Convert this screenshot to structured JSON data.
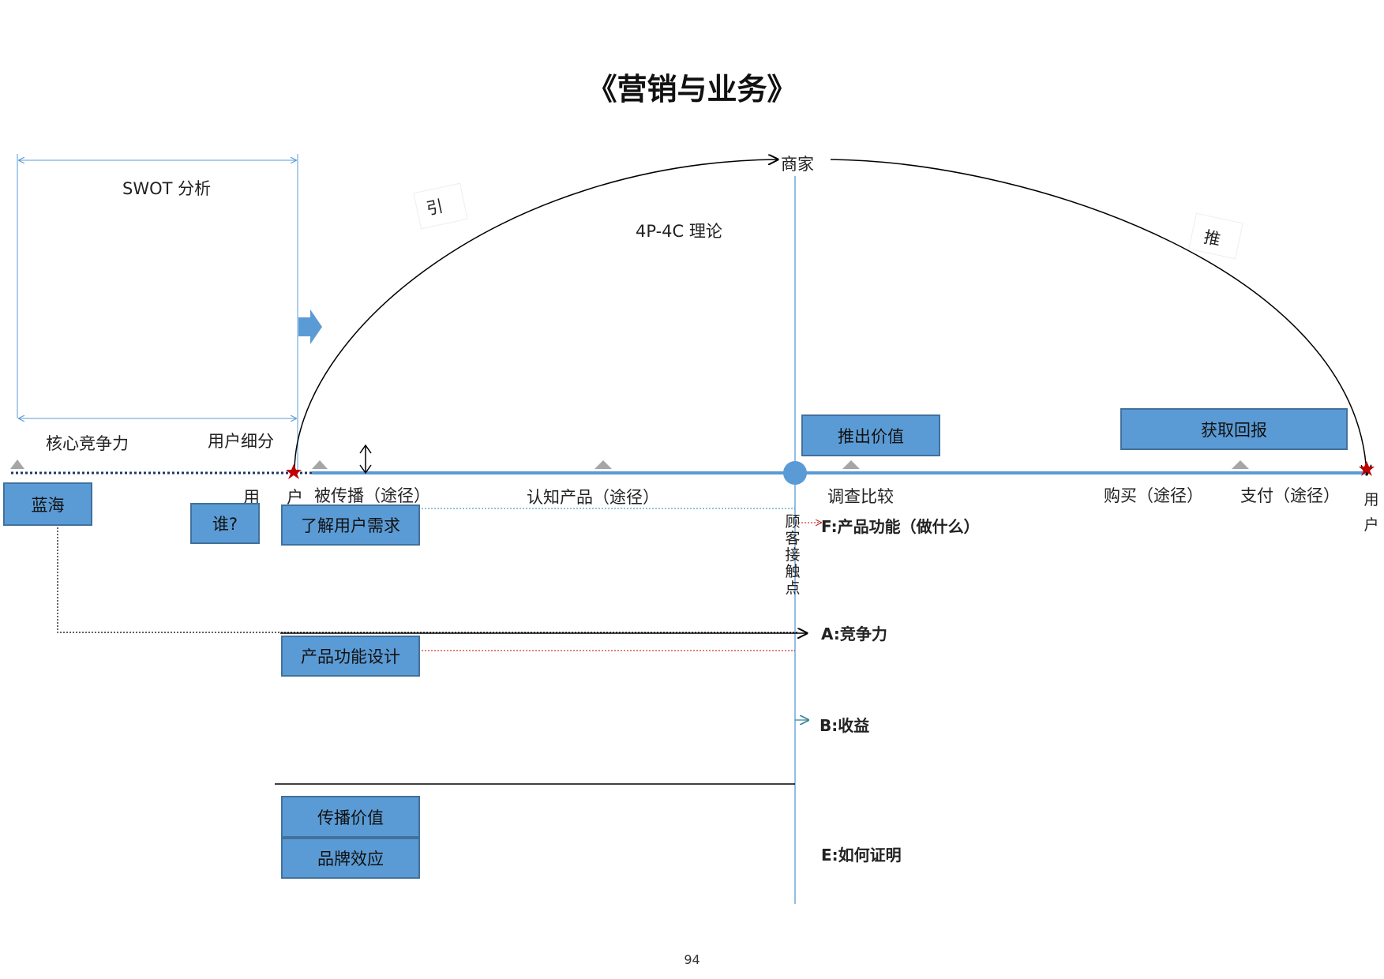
{
  "title": "《营销与业务》",
  "swot": {
    "label": "SWOT 分析",
    "core": "核心竞争力",
    "segment": "用户细分"
  },
  "arc": {
    "top_label": "商家",
    "left_label": "引",
    "right_label": "推",
    "theory": "4P-4C 理论"
  },
  "timeline": {
    "user_start_a": "用",
    "user_start_b": "户",
    "spread": "被传播（途径）",
    "recognize": "认知产品（途径）",
    "compare": "调查比较",
    "buy": "购买（途径）",
    "pay": "支付（途径）",
    "user_end": "用户"
  },
  "boxes": {
    "blue_ocean": "蓝海",
    "who": "谁?",
    "understand": "了解用户需求",
    "design": "产品功能设计",
    "spread_value": "传播价值",
    "brand": "品牌效应",
    "launch": "推出价值",
    "reward": "获取回报"
  },
  "touchpoint": "顾客接触点",
  "fab": {
    "f": "F:产品功能（做什么）",
    "a": "A:竞争力",
    "b": "B:收益",
    "e": "E:如何证明"
  },
  "page_number": "94",
  "colors": {
    "accent": "#5b9bd5",
    "box_border": "#41719c",
    "marker": "#c00000",
    "line": "#5b9bd5"
  }
}
